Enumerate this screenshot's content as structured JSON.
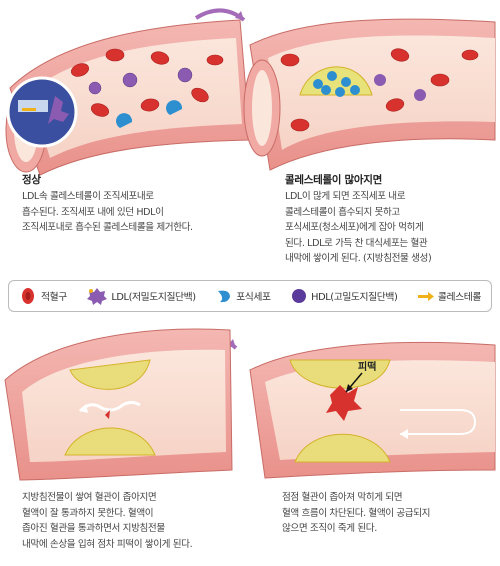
{
  "panels": {
    "normal": {
      "title": "정상",
      "lines": [
        "LDL속 콜레스테롤이 조직세포내로",
        "흡수된다. 조직세포 내에 있던 HDL이",
        "조직세포내로 흡수된 콜레스테롤을 제거한다."
      ]
    },
    "high": {
      "title": "콜레스테롤이 많아지면",
      "lines": [
        "LDL이 많게 되면 조직세포 내로",
        "콜레스테롤이 흡수되지 못하고",
        "포식세포(청소세포)에게 잡아 먹히게",
        "된다.  LDL로 가득 찬 대식세포는 혈관",
        "내막에 쌓이게 된다. (지방침전물 생성)"
      ]
    },
    "narrowing": {
      "lines": [
        "지방침전물이 쌓여 혈관이 좁아지면",
        "혈액이 잘 통과하지 못한다. 혈액이",
        "좁아진 혈관을 통과하면서 지방침전물",
        "내막에 손상을 입혀 점차 피떡이 쌓이게 된다."
      ]
    },
    "blocked": {
      "pointer_label": "피떡",
      "lines": [
        "점점 혈관이 좁아져 막히게 되면",
        "혈액 흐름이 차단된다. 혈액이 공급되지",
        "않으면 조직이 죽게 된다."
      ]
    }
  },
  "legend": {
    "items": [
      {
        "icon": "red-blood-cell-icon",
        "label": "적혈구",
        "color": "#d8322e"
      },
      {
        "icon": "ldl-icon",
        "label": "LDL(저밀도지질단백)",
        "color": "#8a5bb0"
      },
      {
        "icon": "macrophage-icon",
        "label": "포식세포",
        "color": "#2e8fd0"
      },
      {
        "icon": "hdl-icon",
        "label": "HDL(고밀도지질단백)",
        "color": "#5a3a9a"
      },
      {
        "icon": "cholesterol-icon",
        "label": "콜레스테롤",
        "color": "#f0b21a"
      }
    ]
  }
}
